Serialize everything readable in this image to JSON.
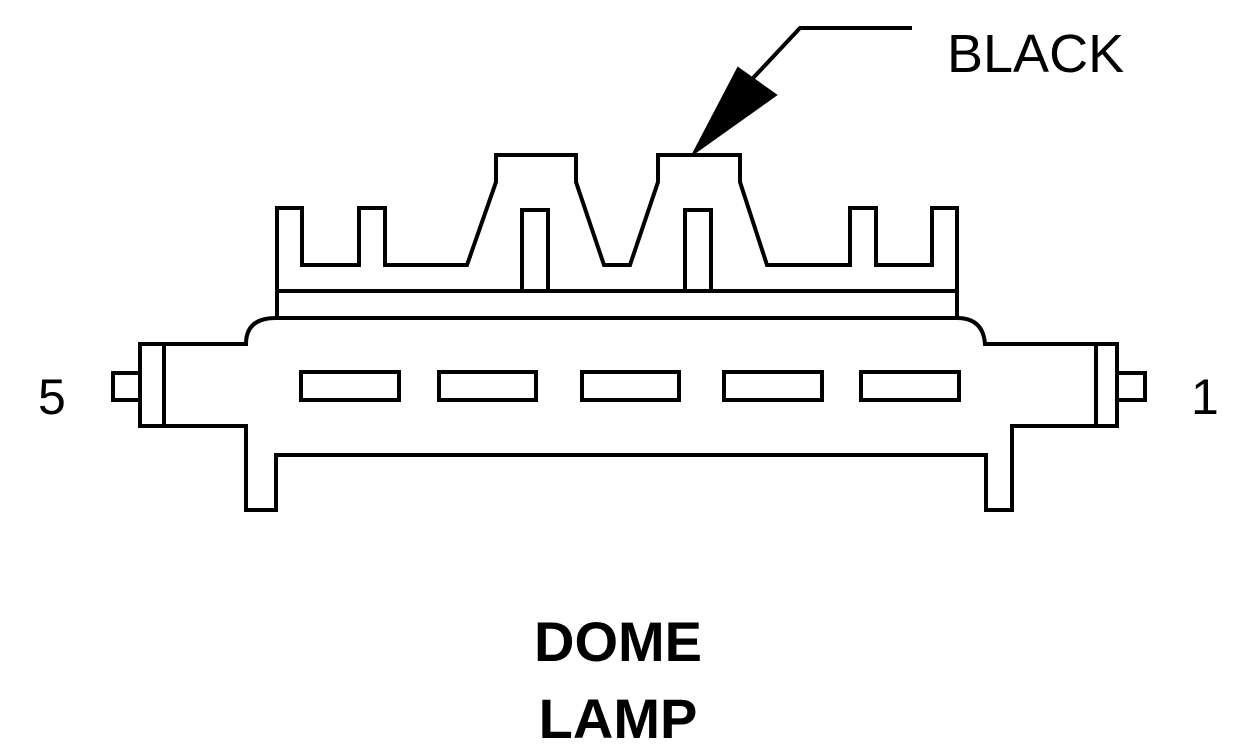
{
  "diagram": {
    "wire_color_label": "BLACK",
    "pin_left_label": "5",
    "pin_right_label": "1",
    "title_line1": "DOME",
    "title_line2": "LAMP"
  },
  "colors": {
    "stroke": "#000000",
    "background": "#ffffff"
  }
}
